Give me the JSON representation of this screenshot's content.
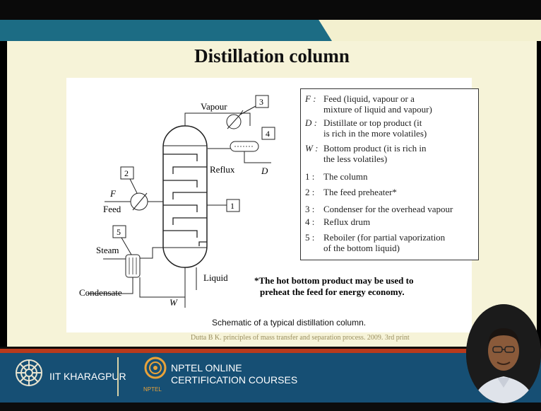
{
  "slide": {
    "title": "Distillation column",
    "diagram": {
      "labels": {
        "vapour": "Vapour",
        "reflux": "Reflux",
        "d": "D",
        "f": "F",
        "feed": "Feed",
        "steam": "Steam",
        "condensate": "Condensate",
        "liquid": "Liquid",
        "w": "W",
        "n1": "1",
        "n2": "2",
        "n3": "3",
        "n4": "4",
        "n5": "5"
      },
      "note_line1": "*The hot bottom product may be used to",
      "note_line2": "preheat the feed for energy economy."
    },
    "legend": [
      {
        "key": "F :",
        "text1": "Feed (liquid, vapour or a",
        "text2": "mixture of liquid and vapour)"
      },
      {
        "key": "D :",
        "text1": "Distillate or top product (it",
        "text2": "is rich in the more volatiles)"
      },
      {
        "key": "W :",
        "text1": "Bottom product (it is rich in",
        "text2": "the less volatiles)"
      },
      {
        "key": "1 :",
        "text1": "The column",
        "text2": ""
      },
      {
        "key": "2 :",
        "text1": "The feed preheater*",
        "text2": ""
      },
      {
        "key": "3 :",
        "text1": "Condenser for the overhead vapour",
        "text2": ""
      },
      {
        "key": "4 :",
        "text1": "Reflux drum",
        "text2": ""
      },
      {
        "key": "5 :",
        "text1": "Reboiler (for partial vaporization",
        "text2": "of the bottom liquid)"
      }
    ],
    "caption": "Schematic of a typical distillation column.",
    "citation": "Dutta B K. principles of mass transfer and separation process. 2009. 3rd print"
  },
  "footer": {
    "left_logo_text": "IIT KHARAGPUR",
    "right_line1": "NPTEL ONLINE",
    "right_line2": "CERTIFICATION COURSES",
    "nptel_small": "NPTEL"
  },
  "colors": {
    "accent_blue": "#1c6c84",
    "footer_red": "#b83a1c",
    "footer_blue": "#164f74"
  }
}
